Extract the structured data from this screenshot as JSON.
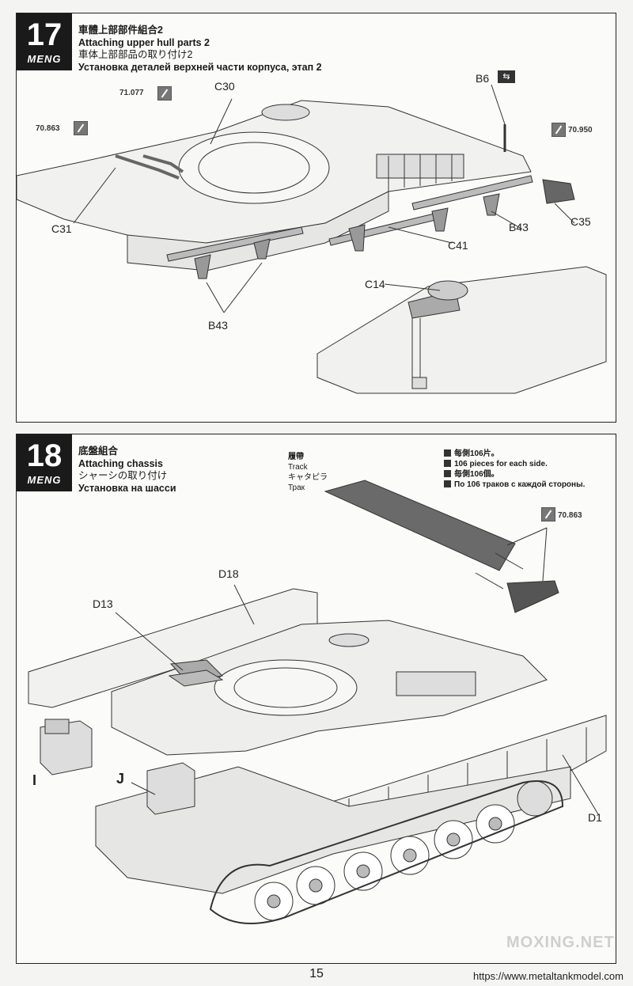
{
  "step17": {
    "number": "17",
    "brand": "MENG",
    "title_zh": "車體上部部件組合2",
    "title_en": "Attaching upper hull parts 2",
    "title_ja": "車体上部部品の取り付け2",
    "title_ru": "Установка деталей верхней части корпуса, этап 2",
    "parts": {
      "c30": "C30",
      "c31": "C31",
      "c41": "C41",
      "c35": "C35",
      "c14": "C14",
      "b6": "B6",
      "b43a": "B43",
      "b43b": "B43"
    },
    "paints": {
      "p1": "71.077",
      "p2": "70.863",
      "p3": "70.950"
    }
  },
  "step18": {
    "number": "18",
    "brand": "MENG",
    "title_zh": "底盤組合",
    "title_en": "Attaching chassis",
    "title_ja": "シャーシの取り付け",
    "title_ru": "Установка на шасси",
    "track": {
      "zh": "履帶",
      "en": "Track",
      "ja": "キャタピラ",
      "ru": "Трак"
    },
    "notes": {
      "zh": "每側106片。",
      "en": "106 pieces for each side.",
      "ja": "毎側106個。",
      "ru": "По 106 траков с каждой стороны."
    },
    "parts": {
      "d18": "D18",
      "d13": "D13",
      "d1": "D1",
      "i": "I",
      "j": "J"
    },
    "paints": {
      "p1": "70.863"
    }
  },
  "footer": {
    "page": "15",
    "url": "https://www.metaltankmodel.com",
    "watermark": "MOXING.NET"
  }
}
